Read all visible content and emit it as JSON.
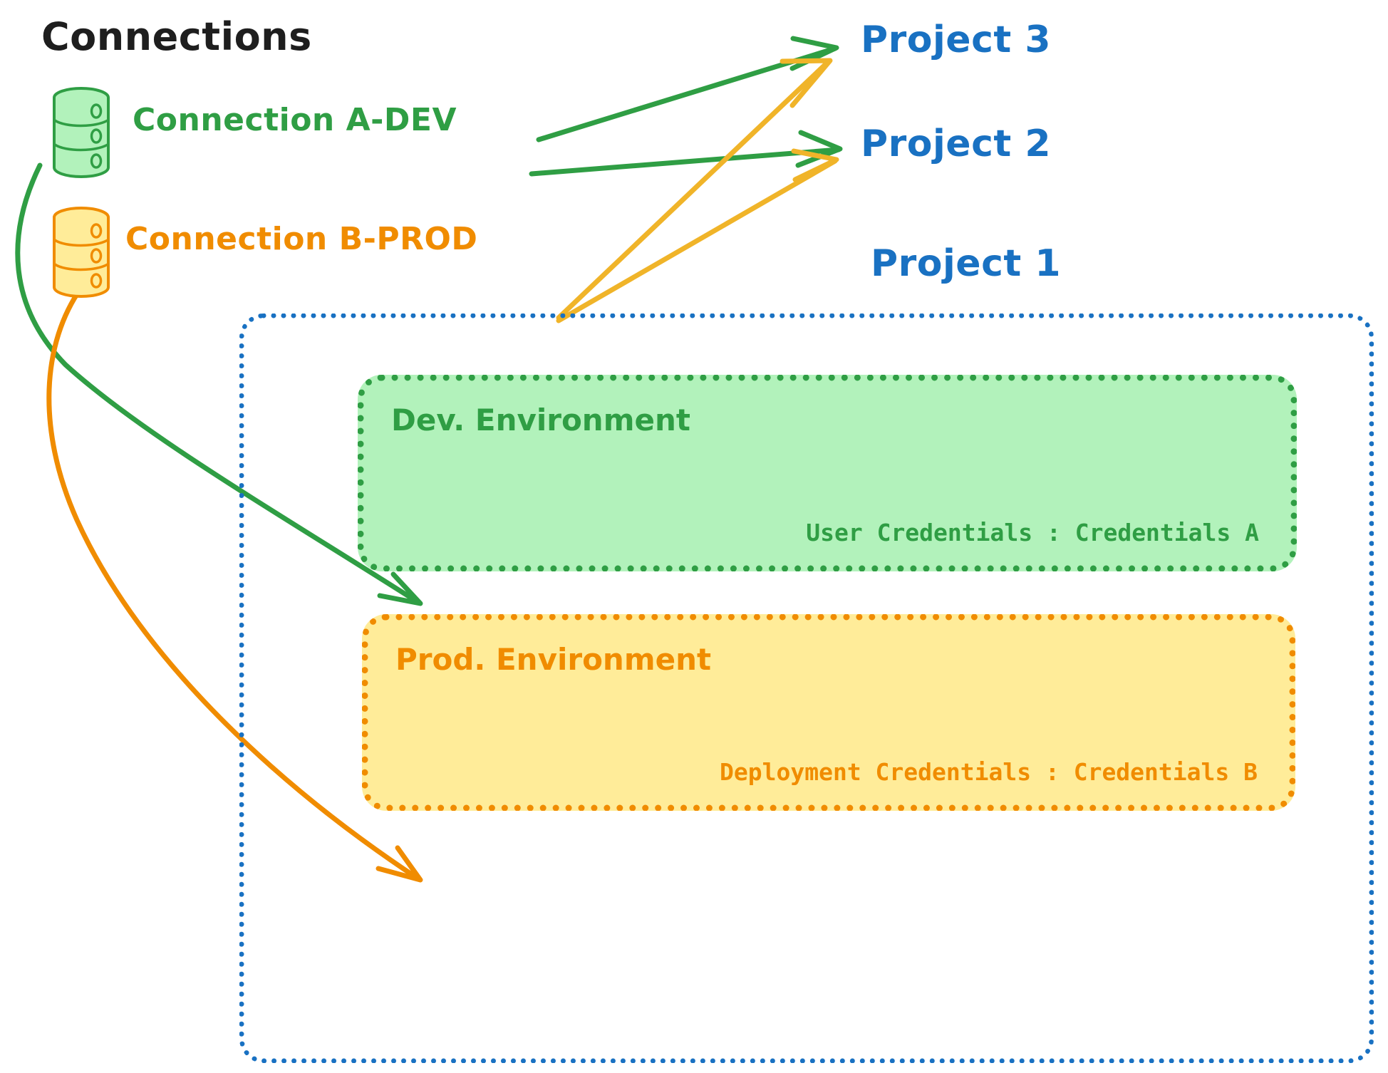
{
  "title": "Connections",
  "connections": [
    {
      "id": "a-dev",
      "label": "Connection A-DEV",
      "icon": "database-cylinder-icon",
      "color": "#2f9e44",
      "fill": "#b2f2bb"
    },
    {
      "id": "b-prod",
      "label": "Connection B-PROD",
      "icon": "database-cylinder-icon",
      "color": "#f08c00",
      "fill": "#ffec99"
    }
  ],
  "projects": [
    {
      "id": "project-3",
      "label": "Project 3"
    },
    {
      "id": "project-2",
      "label": "Project 2"
    },
    {
      "id": "project-1",
      "label": "Project 1"
    }
  ],
  "project1": {
    "border_color": "#1971c2",
    "environments": [
      {
        "id": "dev",
        "title": "Dev. Environment",
        "credentials": "User Credentials : Credentials A",
        "color": "#2f9e44",
        "fill": "#b2f2bb"
      },
      {
        "id": "prod",
        "title": "Prod. Environment",
        "credentials": "Deployment Credentials : Credentials B",
        "color": "#f08c00",
        "fill": "#ffec99"
      }
    ]
  },
  "edges": [
    {
      "from": "a-dev",
      "to": "project-3",
      "color": "#2f9e44"
    },
    {
      "from": "a-dev",
      "to": "project-2",
      "color": "#2f9e44"
    },
    {
      "from": "a-dev",
      "to": "dev",
      "color": "#2f9e44"
    },
    {
      "from": "b-prod",
      "to": "project-3",
      "color": "#f0b429"
    },
    {
      "from": "b-prod",
      "to": "project-2",
      "color": "#f0b429"
    },
    {
      "from": "b-prod",
      "to": "prod",
      "color": "#f08c00"
    }
  ],
  "colors": {
    "title": "#1e1e1e",
    "green": "#2f9e44",
    "green_fill": "#b2f2bb",
    "orange": "#f08c00",
    "yellow_line": "#f0b429",
    "yellow_fill": "#ffec99",
    "blue": "#1971c2",
    "background": "#ffffff"
  }
}
